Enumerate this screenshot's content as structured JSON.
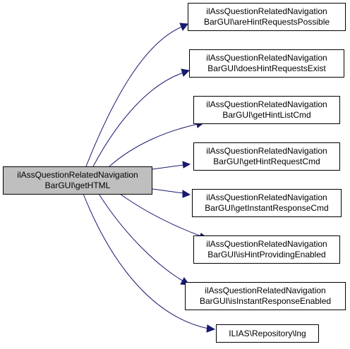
{
  "colors": {
    "edge": "#191970",
    "source_fill": "#bfbfbf",
    "node_fill": "#ffffff",
    "border": "#000000"
  },
  "source": {
    "line1": "ilAssQuestionRelatedNavigation",
    "line2": "BarGUI\\getHTML"
  },
  "targets": [
    {
      "line1": "ilAssQuestionRelatedNavigation",
      "line2": "BarGUI\\areHintRequestsPossible"
    },
    {
      "line1": "ilAssQuestionRelatedNavigation",
      "line2": "BarGUI\\doesHintRequestsExist"
    },
    {
      "line1": "ilAssQuestionRelatedNavigation",
      "line2": "BarGUI\\getHintListCmd"
    },
    {
      "line1": "ilAssQuestionRelatedNavigation",
      "line2": "BarGUI\\getHintRequestCmd"
    },
    {
      "line1": "ilAssQuestionRelatedNavigation",
      "line2": "BarGUI\\getInstantResponseCmd"
    },
    {
      "line1": "ilAssQuestionRelatedNavigation",
      "line2": "BarGUI\\isHintProvidingEnabled"
    },
    {
      "line1": "ilAssQuestionRelatedNavigation",
      "line2": "BarGUI\\isInstantResponseEnabled"
    },
    {
      "line1": "ILIAS\\Repository\\lng"
    }
  ]
}
